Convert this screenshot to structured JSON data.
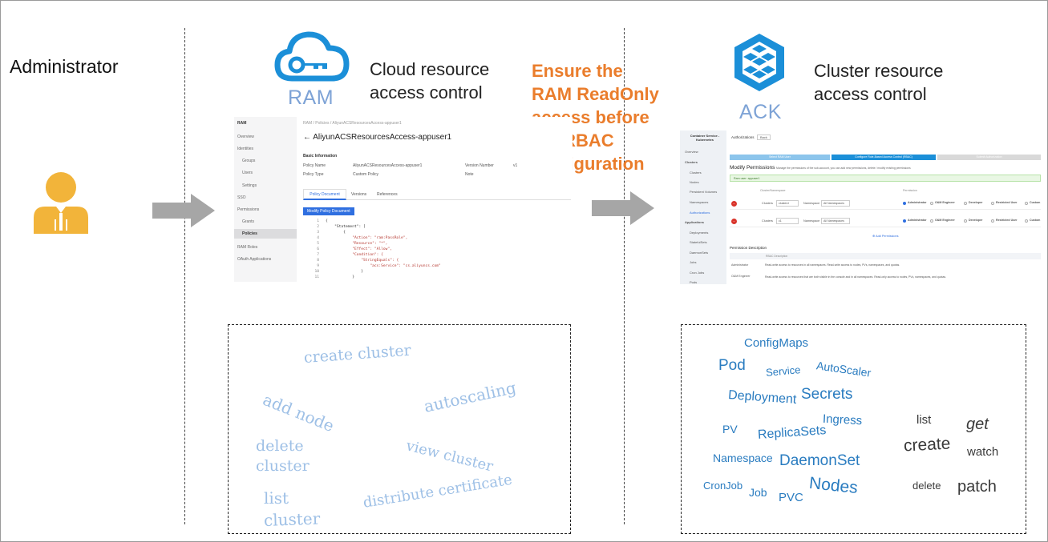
{
  "administrator": {
    "label": "Administrator"
  },
  "ram": {
    "brand": "RAM",
    "title_line1": "Cloud resource",
    "title_line2": "access control",
    "brand_color": "#1b8fd8",
    "screenshot": {
      "sidebar_title": "RAM",
      "sidebar_items": [
        "Overview",
        "Identities",
        "Groups",
        "Users",
        "Settings",
        "SSO",
        "Permissions",
        "Grants",
        "Policies",
        "RAM Roles",
        "OAuth Applications"
      ],
      "breadcrumb": "RAM / Policies / AliyunACSResourcesAccess-appuser1",
      "page_title": "← AliyunACSResourcesAccess-appuser1",
      "section_title": "Basic Information",
      "policy_name_label": "Policy Name",
      "policy_name_value": "AliyunACSResourcesAccess-appuser1",
      "policy_type_label": "Policy Type",
      "policy_type_value": "Custom Policy",
      "version_label": "Version Number",
      "version_value": "v1",
      "note_label": "Note",
      "tabs": [
        "Policy Document",
        "Versions",
        "References"
      ],
      "modify_button": "Modify Policy Document",
      "code_lines": [
        {
          "n": "1",
          "text": "{"
        },
        {
          "n": "2",
          "text": "    \"Statement\": ["
        },
        {
          "n": "3",
          "text": "        {"
        },
        {
          "n": "4",
          "text": "            \"Action\": \"ram:PassRole\","
        },
        {
          "n": "5",
          "text": "            \"Resource\": \"*\","
        },
        {
          "n": "6",
          "text": "            \"Effect\": \"Allow\","
        },
        {
          "n": "7",
          "text": "            \"Condition\": {"
        },
        {
          "n": "8",
          "text": "                \"StringEquals\": {"
        },
        {
          "n": "9",
          "text": "                    \"acs:Service\": \"cs.aliyuncs.com\""
        },
        {
          "n": "10",
          "text": "                }"
        },
        {
          "n": "11",
          "text": "            }"
        }
      ]
    }
  },
  "middle_note": {
    "lines": [
      "Ensure the",
      "RAM ReadOnly",
      "access before",
      "the RBAC",
      "configuration"
    ],
    "color": "#ea7d2c"
  },
  "ack": {
    "brand": "ACK",
    "title_line1": "Cluster resource",
    "title_line2": "access control",
    "brand_color": "#1b8fd8",
    "screenshot": {
      "sidebar_header": "Container Service - Kubernetes",
      "sidebar_items": [
        "Overview",
        "Clusters",
        "Clusters",
        "Nodes",
        "Persistent Volumes",
        "Namespaces",
        "Authorizations",
        "Applications",
        "Deployments",
        "StatefulSets",
        "DaemonSets",
        "Jobs",
        "Cron Jobs",
        "Pods"
      ],
      "header": "Authorizations",
      "back": "Back",
      "steps": [
        "Select RAM User",
        "Configure Role-Based Access Control (RBAC)",
        "Submit Authorization"
      ],
      "section_title": "Modify Permissions",
      "section_desc": "Manage the permissions of the sub-account, you can add new permissions, delete / modify existing permissions",
      "ram_user": "Ram user: appuser1",
      "col_cluster": "Cluster/Namespace",
      "col_permission": "Permission",
      "rows": [
        {
          "clusters_label": "Clusters",
          "cluster": "clusterd",
          "ns_label": "Namespace",
          "ns": "All Namespaces"
        },
        {
          "clusters_label": "Clusters",
          "cluster": "c1",
          "ns_label": "Namespace",
          "ns": "All Namespaces"
        }
      ],
      "roles": [
        "Administrator",
        "O&M Engineer",
        "Developer",
        "Restricted User",
        "Custom"
      ],
      "add_permission": "Add Permissions",
      "perm_desc_title": "Permission Description",
      "rbac_desc": "RBAC Description",
      "desc_rows": [
        {
          "role": "Administrator",
          "text": "Read-write access to resources in all namespaces. Read-write access to nodes, PVs, namespaces, and quotas."
        },
        {
          "role": "O&M Engineer",
          "text": "Read-write access to resources that are both visible in the console and in all namespaces. Read-only access to nodes, PVs, namespaces, and quotas."
        }
      ]
    }
  },
  "ram_words": [
    "create cluster",
    "add node",
    "autoscaling",
    "delete",
    "cluster",
    "view cluster",
    "list",
    "cluster",
    "distribute certificate"
  ],
  "k8s_resources": [
    "ConfigMaps",
    "Pod",
    "Service",
    "AutoScaler",
    "Deployment",
    "Secrets",
    "Ingress",
    "PV",
    "ReplicaSets",
    "Namespace",
    "DaemonSet",
    "CronJob",
    "Job",
    "PVC",
    "Nodes"
  ],
  "k8s_verbs": [
    "list",
    "get",
    "create",
    "watch",
    "delete",
    "patch"
  ],
  "colors": {
    "arrow": "#a6a6a6",
    "person": "#f2b43a",
    "word_ram": "#9ec0e6",
    "word_k8s": "#2a7cc0"
  }
}
